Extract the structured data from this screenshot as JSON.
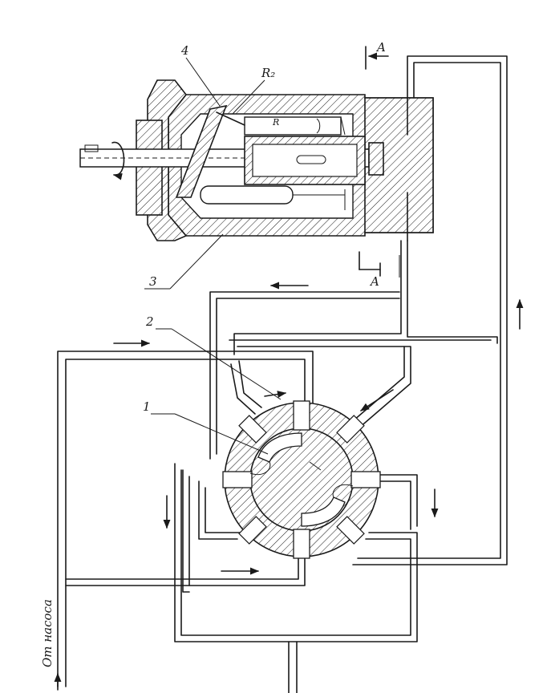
{
  "labels": {
    "part_1": "1",
    "part_2": "2",
    "part_3": "3",
    "part_4": "4",
    "radius_r2": "R₂",
    "radius_r": "R",
    "section_top": "A",
    "section_bottom": "A",
    "inlet": "От насоса"
  },
  "colors": {
    "ink": "#1a1a1a",
    "paper": "#ffffff"
  }
}
